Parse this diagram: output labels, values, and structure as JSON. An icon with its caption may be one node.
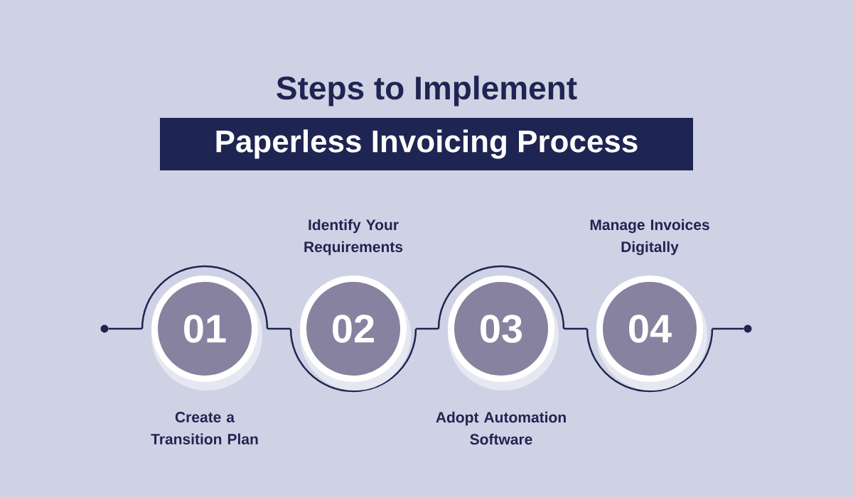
{
  "diagram": {
    "title": "Steps to Implement",
    "nodes": [
      {
        "text": [
          "Paperless Invoicing Process"
        ]
      },
      {
        "text": [],
        "shape": "circle"
      },
      {
        "text": [
          "01"
        ],
        "beside": [
          "Create a Transition Plan"
        ]
      },
      {
        "text": [
          "02"
        ],
        "beside": [
          "Identify Your Requirements"
        ]
      },
      {
        "text": [
          "03"
        ],
        "beside": [
          "Adopt Automation Software"
        ]
      },
      {
        "text": [
          "04"
        ],
        "beside": [
          "Manage Invoices Digitally"
        ]
      },
      {
        "text": [],
        "shape": "circle"
      }
    ],
    "edges": [
      {
        "from": 1,
        "to": 2,
        "arrow": "none"
      },
      {
        "from": 2,
        "to": 3,
        "arrow": "none"
      },
      {
        "from": 3,
        "to": 4,
        "arrow": "none"
      },
      {
        "from": 4,
        "to": 5,
        "arrow": "none"
      },
      {
        "from": 5,
        "to": 6,
        "arrow": "none"
      }
    ]
  }
}
